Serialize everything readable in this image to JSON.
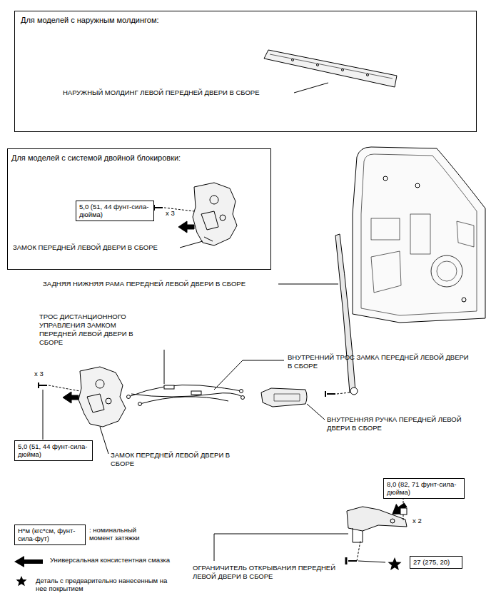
{
  "diagram": {
    "nodes": [
      {
        "text": [
          "Для моделей с наружным молдингом:"
        ]
      },
      {
        "text": [
          "Для моделей с системой двойной блокировки:"
        ]
      },
      {
        "text": [
          "5,0 (51, 44 фунт-сила-дюйма)"
        ],
        "in": 1
      },
      {
        "text": [
          "5,0 (51, 44 фунт-сила-дюйма)"
        ]
      },
      {
        "text": [
          "8,0 (82, 71 фунт-сила-дюйма)"
        ]
      },
      {
        "text": [
          "27 (275, 20)"
        ]
      },
      {
        "text": [
          "Н*м (кгс*см, фунт-сила-фут)"
        ]
      }
    ],
    "labels": [
      "НАРУЖНЫЙ МОЛДИНГ ЛЕВОЙ ПЕРЕДНЕЙ ДВЕРИ В СБОРЕ",
      "x 3",
      "ЗАМОК ПЕРЕДНЕЙ ЛЕВОЙ ДВЕРИ В СБОРЕ",
      "ЗАДНЯЯ НИЖНЯЯ РАМА ПЕРЕДНЕЙ ЛЕВОЙ ДВЕРИ В СБОРЕ",
      "ТРОС ДИСТАНЦИОННОГО УПРАВЛЕНИЯ ЗАМКОМ ПЕРЕДНЕЙ ЛЕВОЙ ДВЕРИ В СБОРЕ",
      "ВНУТРЕННИЙ ТРОС ЗАМКА ПЕРЕДНЕЙ ЛЕВОЙ ДВЕРИ В СБОРЕ",
      "x 3",
      "ВНУТРЕННЯЯ РУЧКА ПЕРЕДНЕЙ ЛЕВОЙ ДВЕРИ В СБОРЕ",
      "ЗАМОК ПЕРЕДНЕЙ ЛЕВОЙ ДВЕРИ В СБОРЕ",
      "x 2",
      "ОГРАНИЧИТЕЛЬ ОТКРЫВАНИЯ ПЕРЕДНЕЙ ЛЕВОЙ ДВЕРИ В СБОРЕ"
    ],
    "legend": [
      {
        "text": ": номинальный момент затяжки"
      },
      {
        "text": "Универсальная консистентная смазка"
      },
      {
        "text": "Деталь с предварительно нанесенным на нее покрытием"
      }
    ]
  }
}
